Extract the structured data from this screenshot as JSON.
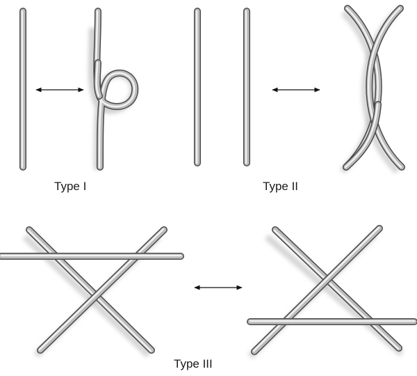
{
  "labels": {
    "type_1": "Type I",
    "type_2": "Type II",
    "type_3": "Type III"
  },
  "colors": {
    "strand_light": "#f2f2f2",
    "strand_mid": "#9a9a9a",
    "strand_dark": "#4a4a4a",
    "shadow": "#bdbdbd",
    "arrow": "#111111"
  },
  "moves": [
    {
      "name": "type-1",
      "description_visible": false
    },
    {
      "name": "type-2",
      "description_visible": false
    },
    {
      "name": "type-3",
      "description_visible": false
    }
  ]
}
